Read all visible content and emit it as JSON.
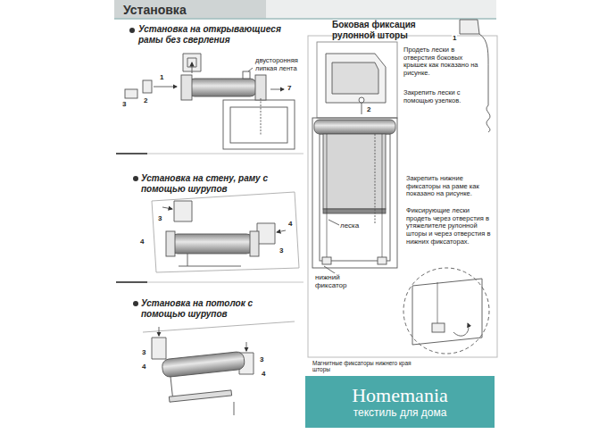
{
  "diagram": {
    "title": "Установка",
    "nodes": [
      {
        "text": [
          "Homemania",
          "текстиль для дома"
        ]
      }
    ],
    "labels": [
      "Установка на открывающиеся рамы без сверления",
      "двусторонняя липкая лента",
      "3",
      "1",
      "2",
      "7",
      "Боковая фиксация рулонной шторы",
      "Продеть лески в отверстия боковых крышек как показано на рисунке.",
      "Закрепить лески с помощью узелков.",
      "1",
      "2",
      "Установка на стену, раму с помощью шурупов",
      "4",
      "3",
      "4",
      "3",
      "Закрепить нижние фиксаторы на раме как показано на рисунке.",
      "Фиксирующие лески продеть через отверстия в утяжелителе рулонной шторы и через отверстия в нижних фиксаторах.",
      "леска",
      "нижний фиксатор",
      "Установка на потолок с помощью шурупов",
      "3",
      "4",
      "3",
      "4",
      "Магнитные фиксаторы нижнего края шторы"
    ]
  }
}
